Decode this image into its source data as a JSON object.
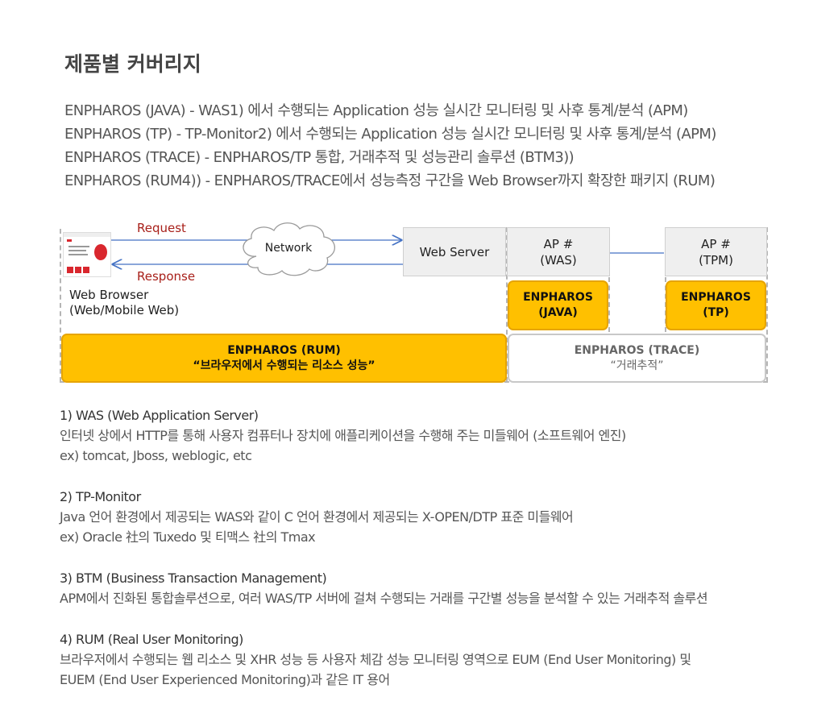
{
  "page": {
    "title": "제품별 커버리지",
    "intro_lines": [
      "ENPHAROS (JAVA) - WAS1) 에서 수행되는 Application 성능 실시간 모니터링 및 사후 통계/분석 (APM)",
      "ENPHAROS (TP) - TP-Monitor2) 에서 수행되는 Application 성능 실시간 모니터링 및 사후 통계/분석 (APM)",
      "ENPHAROS (TRACE) - ENPHAROS/TP 통합, 거래추적 및 성능관리 솔루션 (BTM3))",
      "ENPHAROS (RUM4)) - ENPHAROS/TRACE에서 성능측정 구간을 Web Browser까지 확장한 패키지 (RUM)"
    ]
  },
  "diagram": {
    "request_label": "Request",
    "response_label": "Response",
    "network_label": "Network",
    "browser_label_line1": "Web Browser",
    "browser_label_line2": "(Web/Mobile Web)",
    "web_server_label": "Web Server",
    "ap_was_line1": "AP #",
    "ap_was_line2": "(WAS)",
    "ap_tpm_line1": "AP #",
    "ap_tpm_line2": "(TPM)",
    "java_line1": "ENPHAROS",
    "java_line2": "(JAVA)",
    "tp_line1": "ENPHAROS",
    "tp_line2": "(TP)",
    "rum_line1": "ENPHAROS (RUM)",
    "rum_line2": "“브라우저에서 수행되는 리소스 성능”",
    "trace_line1": "ENPHAROS  (TRACE)",
    "trace_line2": "“거래추적”",
    "colors": {
      "gold": "#ffc000",
      "arrow_blue": "#4472c4",
      "label_red": "#a8201a"
    }
  },
  "notes": [
    {
      "heading": "1) WAS (Web Application Server)",
      "lines": [
        "인터넷 상에서 HTTP를 통해 사용자 컴퓨터나 장치에 애플리케이션을 수행해 주는 미들웨어 (소프트웨어 엔진)",
        "ex) tomcat, Jboss, weblogic, etc"
      ]
    },
    {
      "heading": "2) TP-Monitor",
      "lines": [
        "Java 언어 환경에서 제공되는 WAS와 같이 C 언어 환경에서 제공되는 X-OPEN/DTP 표준 미들웨어",
        "ex) Oracle 社의 Tuxedo 및 티맥스 社의 Tmax"
      ]
    },
    {
      "heading": "3) BTM (Business Transaction Management)",
      "lines": [
        "APM에서 진화된 통합솔루션으로, 여러 WAS/TP 서버에 걸쳐 수행되는 거래를 구간별 성능을 분석할 수 있는 거래추적 솔루션"
      ]
    },
    {
      "heading": "4) RUM (Real User Monitoring)",
      "lines": [
        "브라우저에서 수행되는 웹 리소스 및 XHR 성능 등 사용자 체감 성능 모니터링 영역으로 EUM (End User Monitoring) 및",
        "EUEM (End User Experienced Monitoring)과 같은 IT 용어"
      ]
    }
  ]
}
